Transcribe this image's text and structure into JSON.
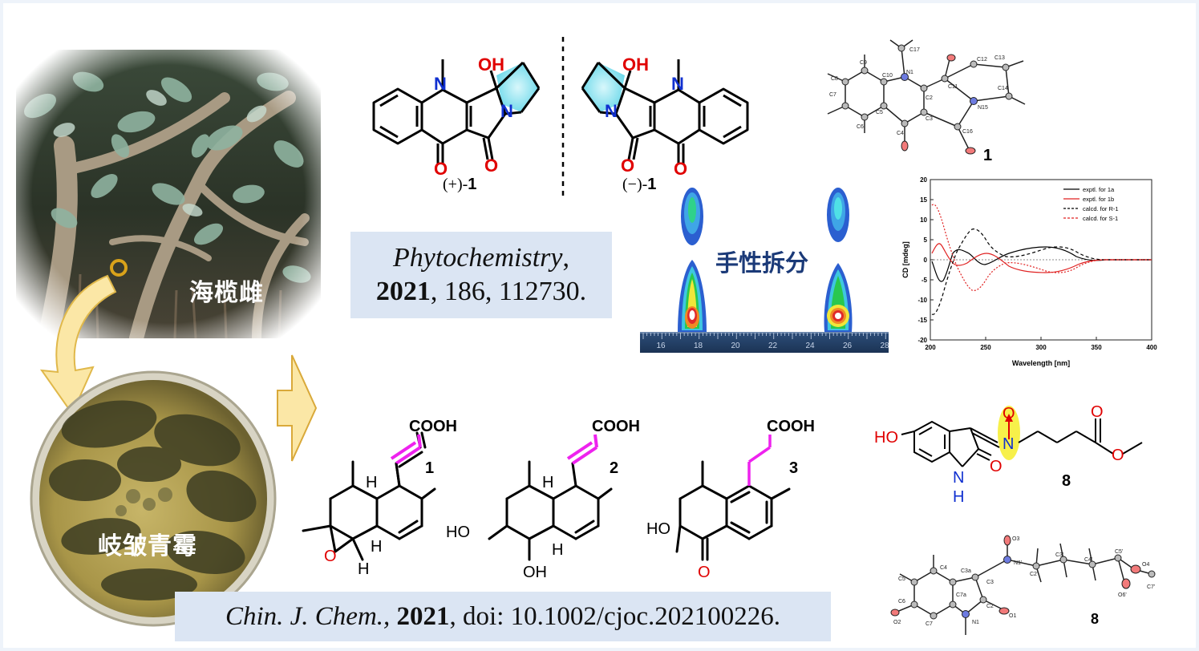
{
  "photos": {
    "plant_label": "海榄雌",
    "fungus_label": "岐皱青霉"
  },
  "top_structures": {
    "left_label_prefix": "(+)-",
    "right_label_prefix": "(−)-",
    "compound_number": "1",
    "oh_label": "OH",
    "n_label": "N",
    "o_label": "O",
    "xray_label": "1"
  },
  "chiral_separation": {
    "label": "手性拆分",
    "ticks": [
      "16",
      "18",
      "20",
      "22",
      "24",
      "26",
      "28"
    ]
  },
  "cd_chart": {
    "ylabel": "CD [mdeg]",
    "xlabel": "Wavelength [nm]",
    "yticks": [
      "20",
      "15",
      "10",
      "5",
      "0",
      "-5",
      "-10",
      "-15",
      "-20"
    ],
    "xticks": [
      "200",
      "250",
      "300",
      "350",
      "400"
    ],
    "legend": [
      {
        "text": "exptl. for 1a",
        "color": "#000000",
        "dash": false
      },
      {
        "text": "exptl. for 1b",
        "color": "#e02020",
        "dash": false
      },
      {
        "text": "calcd. for R-1",
        "color": "#000000",
        "dash": true
      },
      {
        "text": "calcd. for S-1",
        "color": "#e02020",
        "dash": true
      }
    ]
  },
  "citation1": {
    "journal": "Phytochemistry",
    "sep": ",",
    "year": "2021",
    "rest": ", 186, 112730."
  },
  "citation2": {
    "journal": "Chin. J. Chem.,",
    "year": "2021",
    "rest": ", doi: 10.1002/cjoc.202100226."
  },
  "bottom_structures": {
    "cooh": "COOH",
    "h": "H",
    "o": "O",
    "ho": "HO",
    "oh": "OH",
    "n": "N",
    "num1": "1",
    "num2": "2",
    "num3": "3",
    "num8": "8",
    "xray8_label": "8"
  },
  "colors": {
    "accent_magenta": "#ee22ee",
    "oxygen_red": "#e00000",
    "nitrogen_blue": "#1030d0",
    "citation_bg": "#dbe5f3",
    "highlight_yellow": "#f7f04a"
  }
}
